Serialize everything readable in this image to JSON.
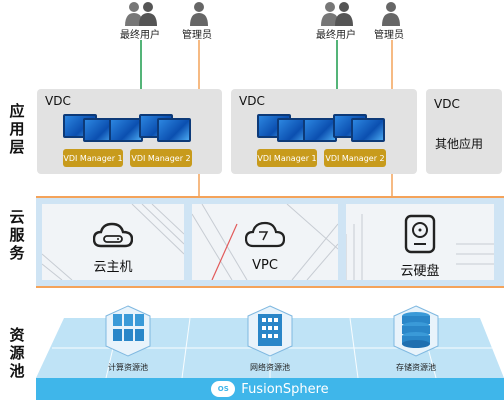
{
  "people": {
    "left_end_user": "最终用户",
    "left_admin": "管理员",
    "right_end_user": "最终用户",
    "right_admin": "管理员"
  },
  "layers": {
    "application": [
      "应",
      "用",
      "层"
    ],
    "cloud_service": [
      "云",
      "服",
      "务"
    ],
    "resource_pool": [
      "资",
      "源",
      "池"
    ]
  },
  "vdc": {
    "box1": {
      "title": "VDC",
      "manager1": "VDI Manager 1",
      "manager2": "VDI Manager 2"
    },
    "box2": {
      "title": "VDC",
      "manager1": "VDI Manager 1",
      "manager2": "VDI Manager 2"
    },
    "box3": {
      "title": "VDC",
      "other_apps": "其他应用"
    }
  },
  "services": {
    "host": "云主机",
    "vpc": "VPC",
    "disk": "云硬盘"
  },
  "pools": {
    "compute": "计算资源池",
    "network": "网络资源池",
    "storage": "存储资源池"
  },
  "platform": {
    "badge": "OS",
    "name": "FusionSphere"
  },
  "colors": {
    "connector_green": "#1a9a4a",
    "connector_orange": "#f4a35a",
    "manager_gold": "#c89b1c",
    "platform_blue": "#3fb6ea",
    "pool_floor": "#bfe3f6"
  }
}
